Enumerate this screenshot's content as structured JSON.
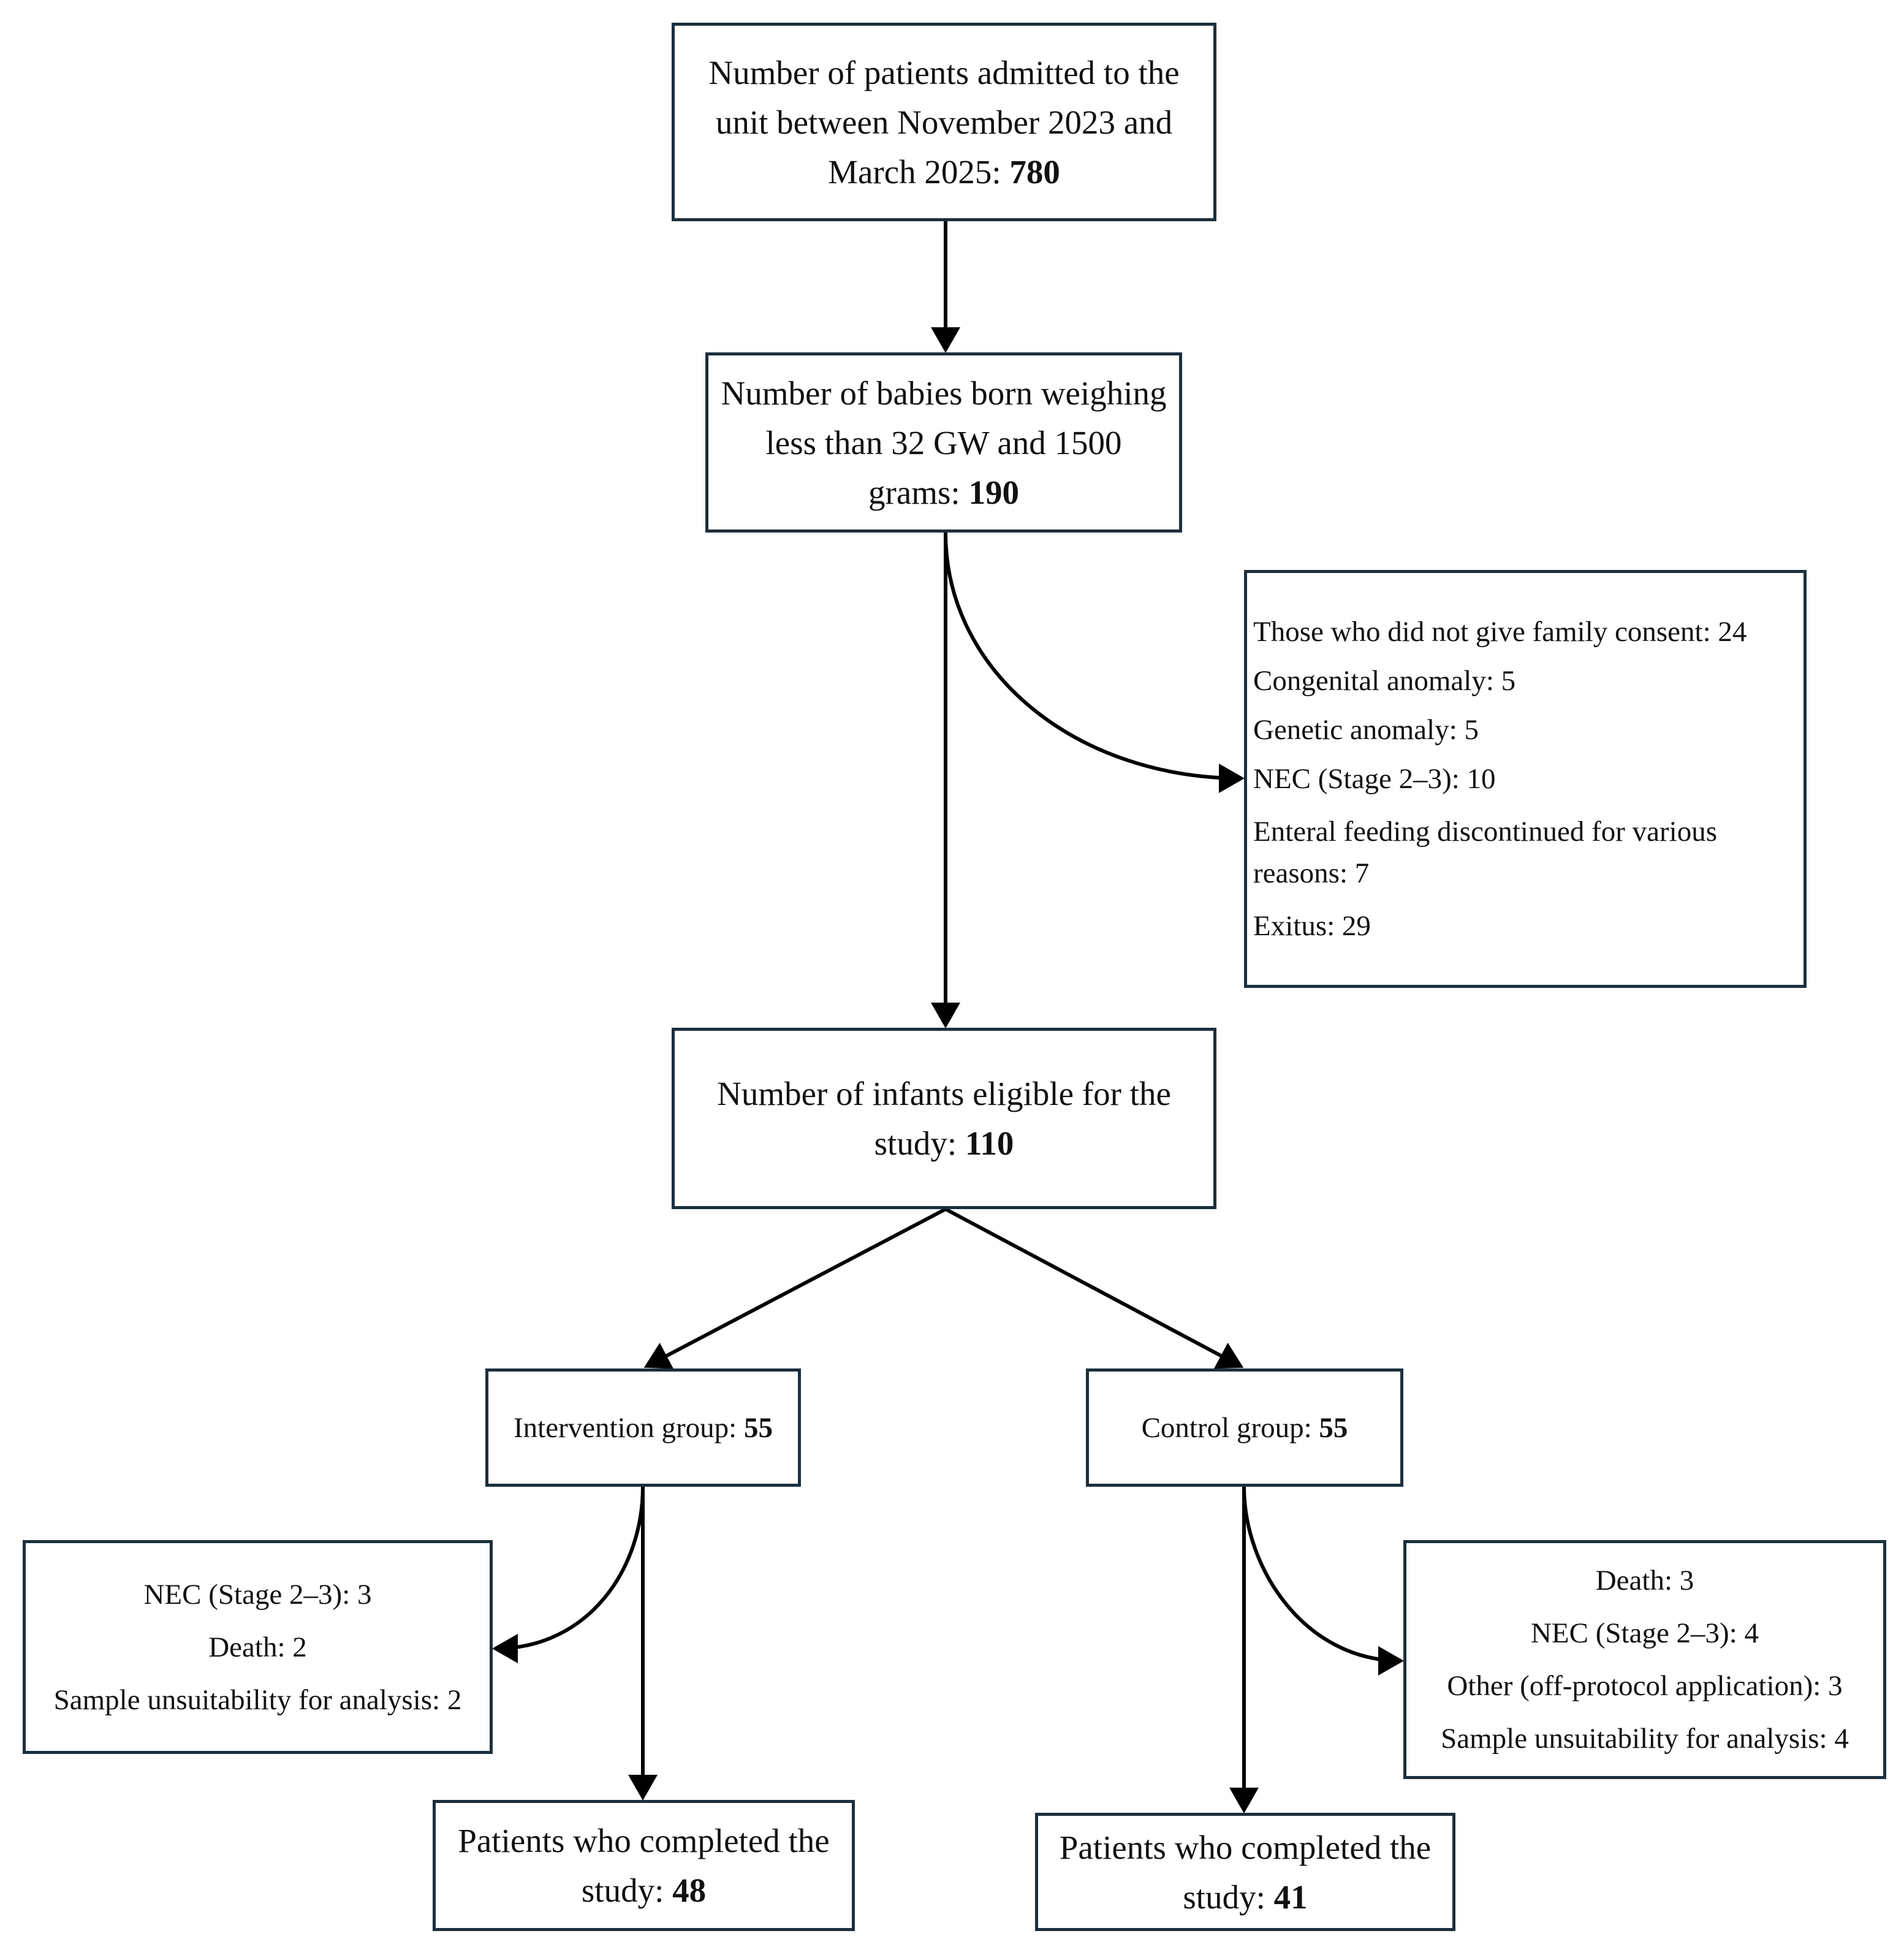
{
  "admitted": {
    "label": "Number of patients admitted to the unit between November 2023 and March 2025: ",
    "value": "780"
  },
  "born": {
    "label": "Number of babies born weighing less than 32 GW and 1500 grams: ",
    "value": "190"
  },
  "exclusions": [
    "Those who did not give family consent: 24",
    "Congenital anomaly: 5",
    "Genetic anomaly: 5",
    "NEC (Stage 2–3): 10",
    "Enteral feeding discontinued for various reasons: 7",
    "Exitus: 29"
  ],
  "eligible": {
    "label": "Number of infants eligible for the study: ",
    "value": "110"
  },
  "intervention": {
    "label": "Intervention group: ",
    "value": "55"
  },
  "control": {
    "label": "Control group: ",
    "value": "55"
  },
  "intervention_losses": [
    "NEC (Stage 2–3): 3",
    "Death: 2",
    "Sample unsuitability for analysis: 2"
  ],
  "control_losses": [
    "Death: 3",
    "NEC (Stage 2–3): 4",
    "Other (off-protocol application): 3",
    "Sample unsuitability for analysis: 4"
  ],
  "intervention_completed": {
    "label": "Patients who completed the study: ",
    "value": "48"
  },
  "control_completed": {
    "label": "Patients who completed the study: ",
    "value": "41"
  },
  "colors": {
    "border": "#1c2f3d",
    "arrow": "#000000"
  }
}
